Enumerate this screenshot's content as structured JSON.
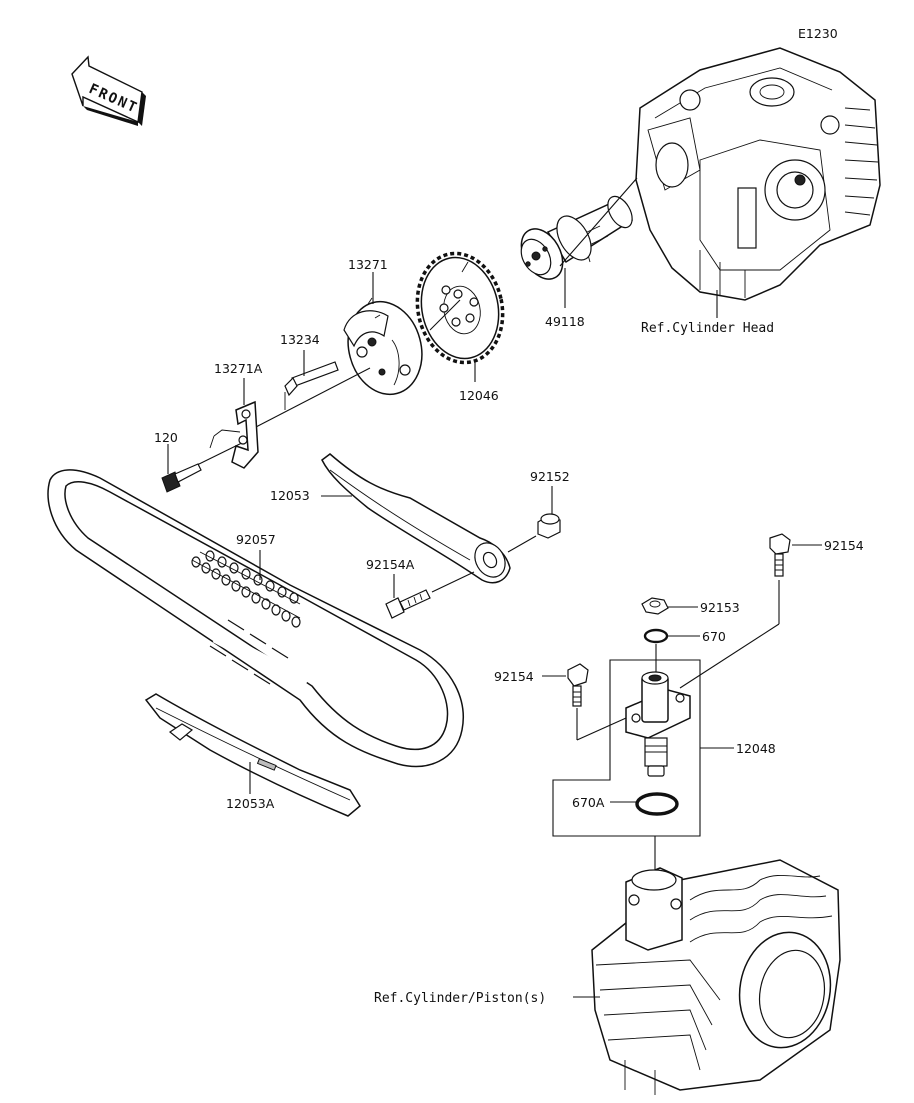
{
  "diagram_code": "E1230",
  "front_label": "FRONT",
  "references": {
    "cylinder_head": "Ref.Cylinder Head",
    "cylinder_piston": "Ref.Cylinder/Piston(s)"
  },
  "parts": {
    "p49118": "49118",
    "p12046": "12046",
    "p13271": "13271",
    "p13234": "13234",
    "p13271A": "13271A",
    "p120": "120",
    "p12053": "12053",
    "p92152": "92152",
    "p92057": "92057",
    "p92154A": "92154A",
    "p92154_right": "92154",
    "p92153": "92153",
    "p670": "670",
    "p92154_left": "92154",
    "p12048": "12048",
    "p670A": "670A",
    "p12053A": "12053A"
  }
}
